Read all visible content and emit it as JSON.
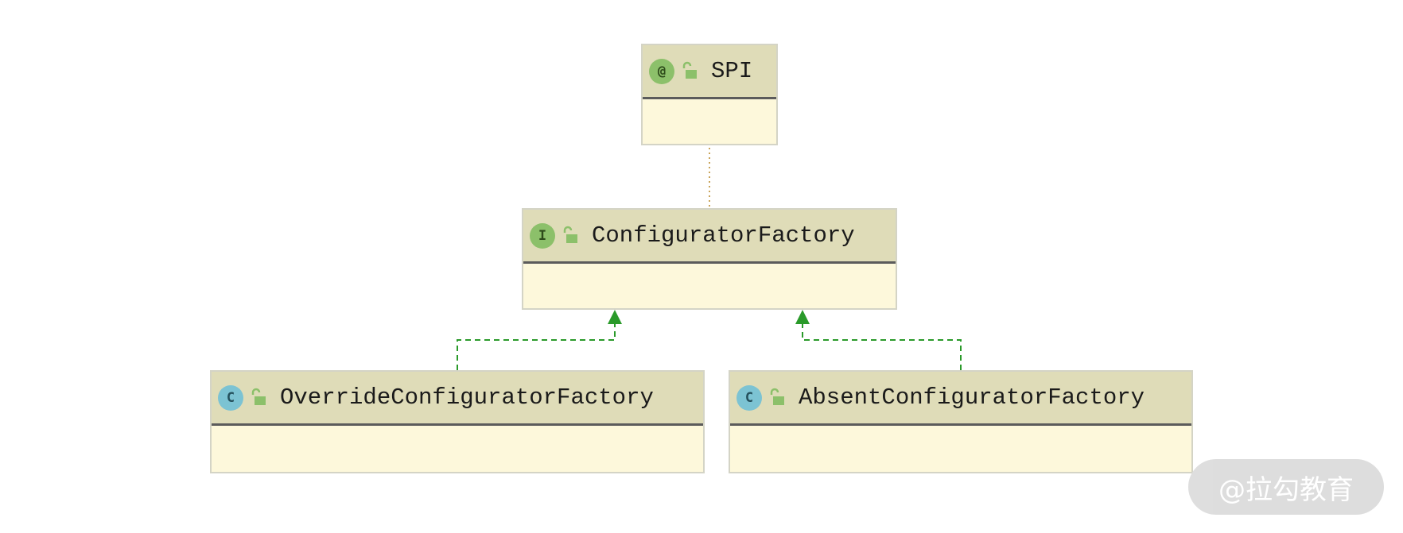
{
  "diagram": {
    "nodes": [
      {
        "id": "spi",
        "kind": "annotation",
        "badge": "@",
        "name": "SPI"
      },
      {
        "id": "configurator-factory",
        "kind": "interface",
        "badge": "I",
        "name": "ConfiguratorFactory"
      },
      {
        "id": "override-configurator-factory",
        "kind": "class",
        "badge": "C",
        "name": "OverrideConfiguratorFactory"
      },
      {
        "id": "absent-configurator-factory",
        "kind": "class",
        "badge": "C",
        "name": "AbsentConfiguratorFactory"
      }
    ],
    "edges": [
      {
        "from": "configurator-factory",
        "to": "spi",
        "style": "dotted",
        "relation": "annotated-by"
      },
      {
        "from": "override-configurator-factory",
        "to": "configurator-factory",
        "style": "dashed-arrow",
        "relation": "implements"
      },
      {
        "from": "absent-configurator-factory",
        "to": "configurator-factory",
        "style": "dashed-arrow",
        "relation": "implements"
      }
    ]
  },
  "watermark": {
    "text": "@拉勾教育"
  },
  "colors": {
    "header_bg": "#dfdcb8",
    "body_bg": "#fdf8db",
    "implements_line": "#2a9a2a",
    "annotation_line": "#c9a45a",
    "annotation_badge": "#8cc06a",
    "interface_badge": "#8cc06a",
    "class_badge": "#7cc3d3"
  },
  "icons": {
    "visibility": "unlock-icon"
  }
}
